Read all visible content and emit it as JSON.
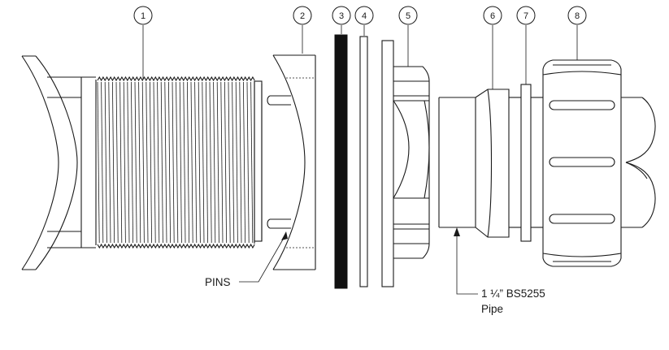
{
  "balloons": [
    "1",
    "2",
    "3",
    "4",
    "5",
    "6",
    "7",
    "8"
  ],
  "labels": {
    "pins": "PINS",
    "pipe_line1": "1 ¼” BS5255",
    "pipe_line2": "Pipe"
  },
  "colors": {
    "line": "#1a1a1a",
    "background": "#ffffff",
    "gasket_fill": "#111111"
  }
}
